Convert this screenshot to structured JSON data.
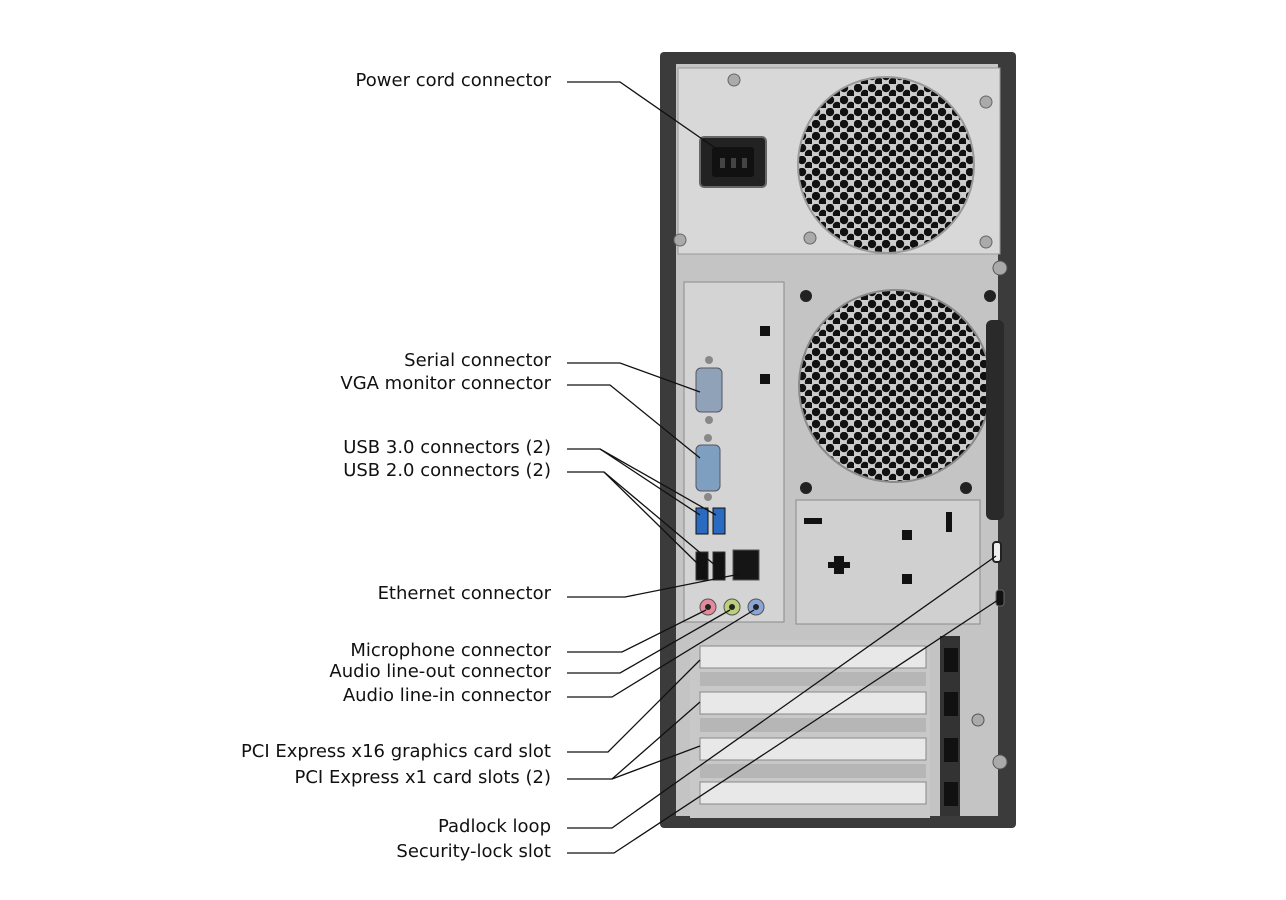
{
  "labels": {
    "power_cord": "Power cord connector",
    "serial": "Serial connector",
    "vga": "VGA monitor connector",
    "usb3": "USB 3.0 connectors (2)",
    "usb2": "USB 2.0 connectors (2)",
    "ethernet": "Ethernet connector",
    "microphone": "Microphone connector",
    "line_out": "Audio line-out connector",
    "line_in": "Audio line-in connector",
    "pcie_x16": "PCI Express x16 graphics card slot",
    "pcie_x1": "PCI Express x1 card slots (2)",
    "padlock": "Padlock loop",
    "security": "Security-lock slot"
  },
  "colors": {
    "case": "#3b3b3b",
    "panel": "#cfcfcf",
    "metal": "#d9d9d9",
    "usb3_blue": "#2a6ac0",
    "mic_pink": "#e58a9a",
    "lineout_green": "#bcd07a",
    "linein_blue": "#8aa6d6"
  }
}
